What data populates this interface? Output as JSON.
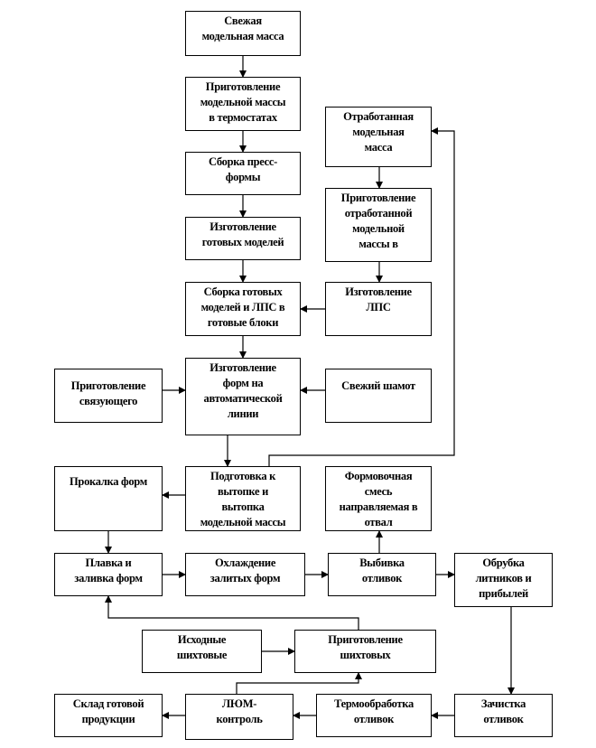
{
  "boxes": {
    "fresh_mass": "Свежая\nмодельная масса",
    "prep_mass": "Приготовление\nмодельной массы\nв термостатах",
    "press_form": "Сборка пресс-\nформы",
    "models": "Изготовление\nготовых моделей",
    "blocks": "Сборка готовых\nмоделей и ЛПС в\nготовые блоки",
    "forms_line": "Изготовление\nформ на\nавтоматической\nлинии",
    "dewax": "Подготовка к\nвытопке и\nвытопка\nмодельной массы",
    "spent_mass": "Отработанная\nмодельная\nмасса",
    "prep_spent": "Приготовление\nотработанной\nмодельной\nмассы в",
    "lps": "Изготовление\nЛПС",
    "chamotte": "Свежий шамот",
    "binder": "Приготовление\nсвязующего",
    "calcination": "Прокалка форм",
    "waste_sand": "Формовочная\nсмесь\nнаправляемая в\nотвал",
    "melting": "Плавка и\nзаливка форм",
    "cooling": "Охлаждение\nзалитых форм",
    "knockout": "Выбивка\nотливок",
    "trimming": "Обрубка\nлитников  и\nприбылей",
    "raw_charge": "Исходные\nшихтовые",
    "prep_charge": "Приготовление\nшихтовых",
    "warehouse": "Склад готовой\nпродукции",
    "inspection": "ЛЮМ-\nконтроль",
    "heat_treat": "Термообработка\nотливок",
    "cleaning": "Зачистка\nотливок"
  }
}
